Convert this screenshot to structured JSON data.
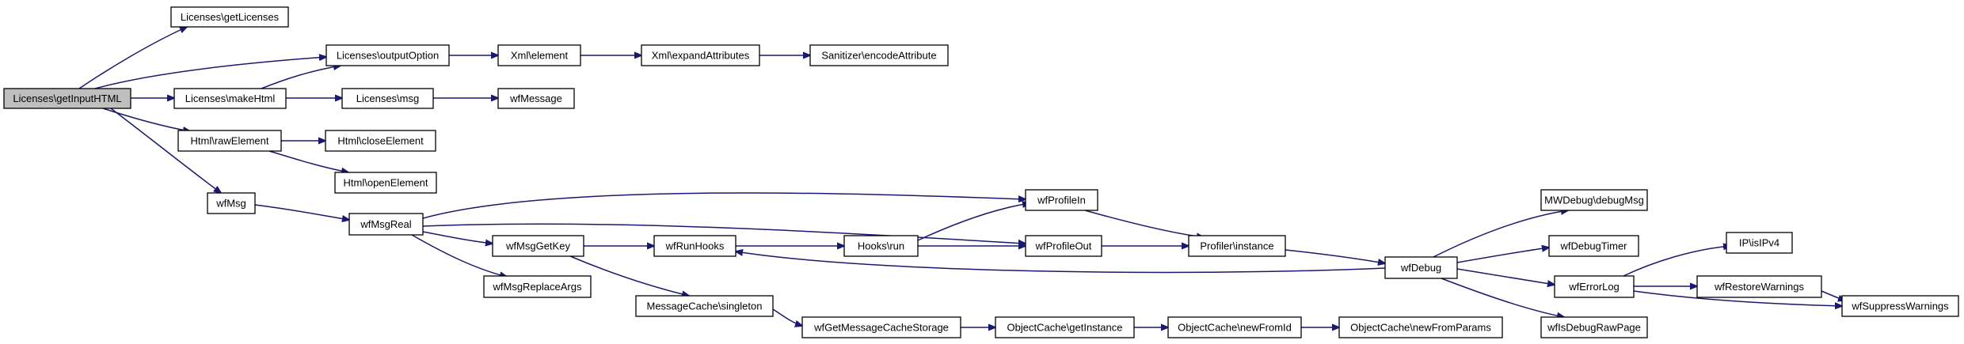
{
  "graph": {
    "root": "getinputhtml",
    "colors": {
      "edge": "#191970",
      "root_fill": "#bfbfbf",
      "node_fill": "#ffffff",
      "node_border": "#000000"
    },
    "nodes": [
      {
        "id": "getinputhtml",
        "label": "Licenses\\getInputHTML"
      },
      {
        "id": "getlicenses",
        "label": "Licenses\\getLicenses"
      },
      {
        "id": "outputoption",
        "label": "Licenses\\outputOption"
      },
      {
        "id": "makehtml",
        "label": "Licenses\\makeHtml"
      },
      {
        "id": "rawelement",
        "label": "Html\\rawElement"
      },
      {
        "id": "wfmsg",
        "label": "wfMsg"
      },
      {
        "id": "xmlelement",
        "label": "Xml\\element"
      },
      {
        "id": "expandattributes",
        "label": "Xml\\expandAttributes"
      },
      {
        "id": "encodeattribute",
        "label": "Sanitizer\\encodeAttribute"
      },
      {
        "id": "licensesmsg",
        "label": "Licenses\\msg"
      },
      {
        "id": "wfmessage",
        "label": "wfMessage"
      },
      {
        "id": "closeelement",
        "label": "Html\\closeElement"
      },
      {
        "id": "openelement",
        "label": "Html\\openElement"
      },
      {
        "id": "wfmsgreal",
        "label": "wfMsgReal"
      },
      {
        "id": "wfprofilein",
        "label": "wfProfileIn"
      },
      {
        "id": "wfprofileout",
        "label": "wfProfileOut"
      },
      {
        "id": "wfmsggetkey",
        "label": "wfMsgGetKey"
      },
      {
        "id": "wfmsgreplaceargs",
        "label": "wfMsgReplaceArgs"
      },
      {
        "id": "wfrunhooks",
        "label": "wfRunHooks"
      },
      {
        "id": "hooksrun",
        "label": "Hooks\\run"
      },
      {
        "id": "profilerinstance",
        "label": "Profiler\\instance"
      },
      {
        "id": "wfdebug",
        "label": "wfDebug"
      },
      {
        "id": "mwdebugmsg",
        "label": "MWDebug\\debugMsg"
      },
      {
        "id": "wfdebugtimer",
        "label": "wfDebugTimer"
      },
      {
        "id": "wferrorlog",
        "label": "wfErrorLog"
      },
      {
        "id": "wfisdebugrawpage",
        "label": "wfIsDebugRawPage"
      },
      {
        "id": "isipv4",
        "label": "IP\\isIPv4"
      },
      {
        "id": "wfrestorewarnings",
        "label": "wfRestoreWarnings"
      },
      {
        "id": "wfsuppresswarnings",
        "label": "wfSuppressWarnings"
      },
      {
        "id": "messagecachesingleton",
        "label": "MessageCache\\singleton"
      },
      {
        "id": "wfgetmessagecachestorage",
        "label": "wfGetMessageCacheStorage"
      },
      {
        "id": "objectcachegetinstance",
        "label": "ObjectCache\\getInstance"
      },
      {
        "id": "objectcachenewfromid",
        "label": "ObjectCache\\newFromId"
      },
      {
        "id": "objectcachenewfromparams",
        "label": "ObjectCache\\newFromParams"
      }
    ],
    "edges": [
      {
        "from": "getinputhtml",
        "to": "getlicenses"
      },
      {
        "from": "getinputhtml",
        "to": "outputoption"
      },
      {
        "from": "getinputhtml",
        "to": "makehtml"
      },
      {
        "from": "getinputhtml",
        "to": "rawelement"
      },
      {
        "from": "getinputhtml",
        "to": "wfmsg"
      },
      {
        "from": "makehtml",
        "to": "outputoption"
      },
      {
        "from": "makehtml",
        "to": "licensesmsg"
      },
      {
        "from": "outputoption",
        "to": "xmlelement"
      },
      {
        "from": "xmlelement",
        "to": "expandattributes"
      },
      {
        "from": "expandattributes",
        "to": "encodeattribute"
      },
      {
        "from": "licensesmsg",
        "to": "wfmessage"
      },
      {
        "from": "rawelement",
        "to": "closeelement"
      },
      {
        "from": "rawelement",
        "to": "openelement"
      },
      {
        "from": "wfmsg",
        "to": "wfmsgreal"
      },
      {
        "from": "wfmsgreal",
        "to": "wfprofilein"
      },
      {
        "from": "wfmsgreal",
        "to": "wfprofileout"
      },
      {
        "from": "wfmsgreal",
        "to": "wfmsggetkey"
      },
      {
        "from": "wfmsgreal",
        "to": "wfmsgreplaceargs"
      },
      {
        "from": "wfmsggetkey",
        "to": "wfrunhooks"
      },
      {
        "from": "wfmsggetkey",
        "to": "messagecachesingleton"
      },
      {
        "from": "wfrunhooks",
        "to": "hooksrun"
      },
      {
        "from": "hooksrun",
        "to": "wfprofilein"
      },
      {
        "from": "hooksrun",
        "to": "wfprofileout"
      },
      {
        "from": "wfprofilein",
        "to": "profilerinstance"
      },
      {
        "from": "wfprofileout",
        "to": "profilerinstance"
      },
      {
        "from": "profilerinstance",
        "to": "wfdebug"
      },
      {
        "from": "wfdebug",
        "to": "wfrunhooks"
      },
      {
        "from": "wfdebug",
        "to": "mwdebugmsg"
      },
      {
        "from": "wfdebug",
        "to": "wfdebugtimer"
      },
      {
        "from": "wfdebug",
        "to": "wferrorlog"
      },
      {
        "from": "wfdebug",
        "to": "wfisdebugrawpage"
      },
      {
        "from": "wferrorlog",
        "to": "isipv4"
      },
      {
        "from": "wferrorlog",
        "to": "wfrestorewarnings"
      },
      {
        "from": "wferrorlog",
        "to": "wfsuppresswarnings"
      },
      {
        "from": "wfrestorewarnings",
        "to": "wfsuppresswarnings"
      },
      {
        "from": "messagecachesingleton",
        "to": "wfgetmessagecachestorage"
      },
      {
        "from": "wfgetmessagecachestorage",
        "to": "objectcachegetinstance"
      },
      {
        "from": "objectcachegetinstance",
        "to": "objectcachenewfromid"
      },
      {
        "from": "objectcachenewfromid",
        "to": "objectcachenewfromparams"
      }
    ]
  }
}
